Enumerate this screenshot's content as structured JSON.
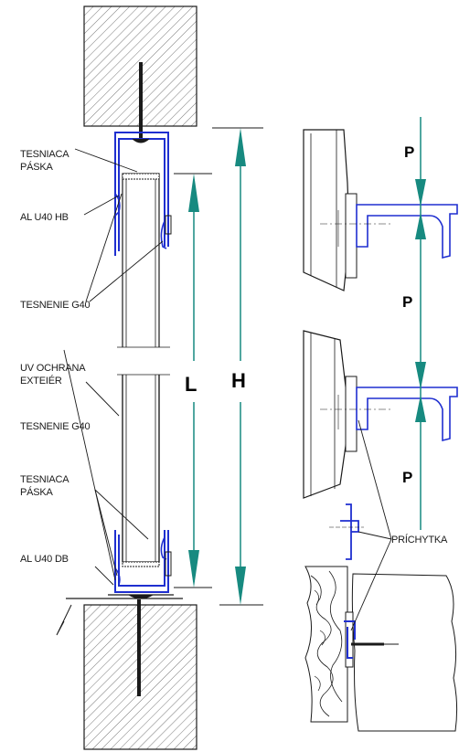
{
  "labels": {
    "tesniaca_paska_top_1": "TESNIACA",
    "tesniaca_paska_top_2": "PÁSKA",
    "al_u40_hb": "AL U40 HB",
    "tesnenie_g40_top": "TESNENIE G40",
    "uv_ochrana_1": "UV OCHRANA",
    "uv_ochrana_2": "EXTEIÉR",
    "tesnenie_g40_bottom": "TESNENIE G40",
    "tesniaca_paska_bottom_1": "TESNIACA",
    "tesniaca_paska_bottom_2": "PÁSKA",
    "al_u40_db": "AL U40 DB",
    "prichytka": "PRÍCHYTKA"
  },
  "dimensions": {
    "L": "L",
    "H": "H",
    "P_top": "P",
    "P_mid": "P",
    "P_bottom": "P"
  },
  "colors": {
    "profile_blue": "#1f2fd0",
    "dimension_teal": "#178a80",
    "line": "#1a1a1a",
    "hatch": "#555555"
  }
}
